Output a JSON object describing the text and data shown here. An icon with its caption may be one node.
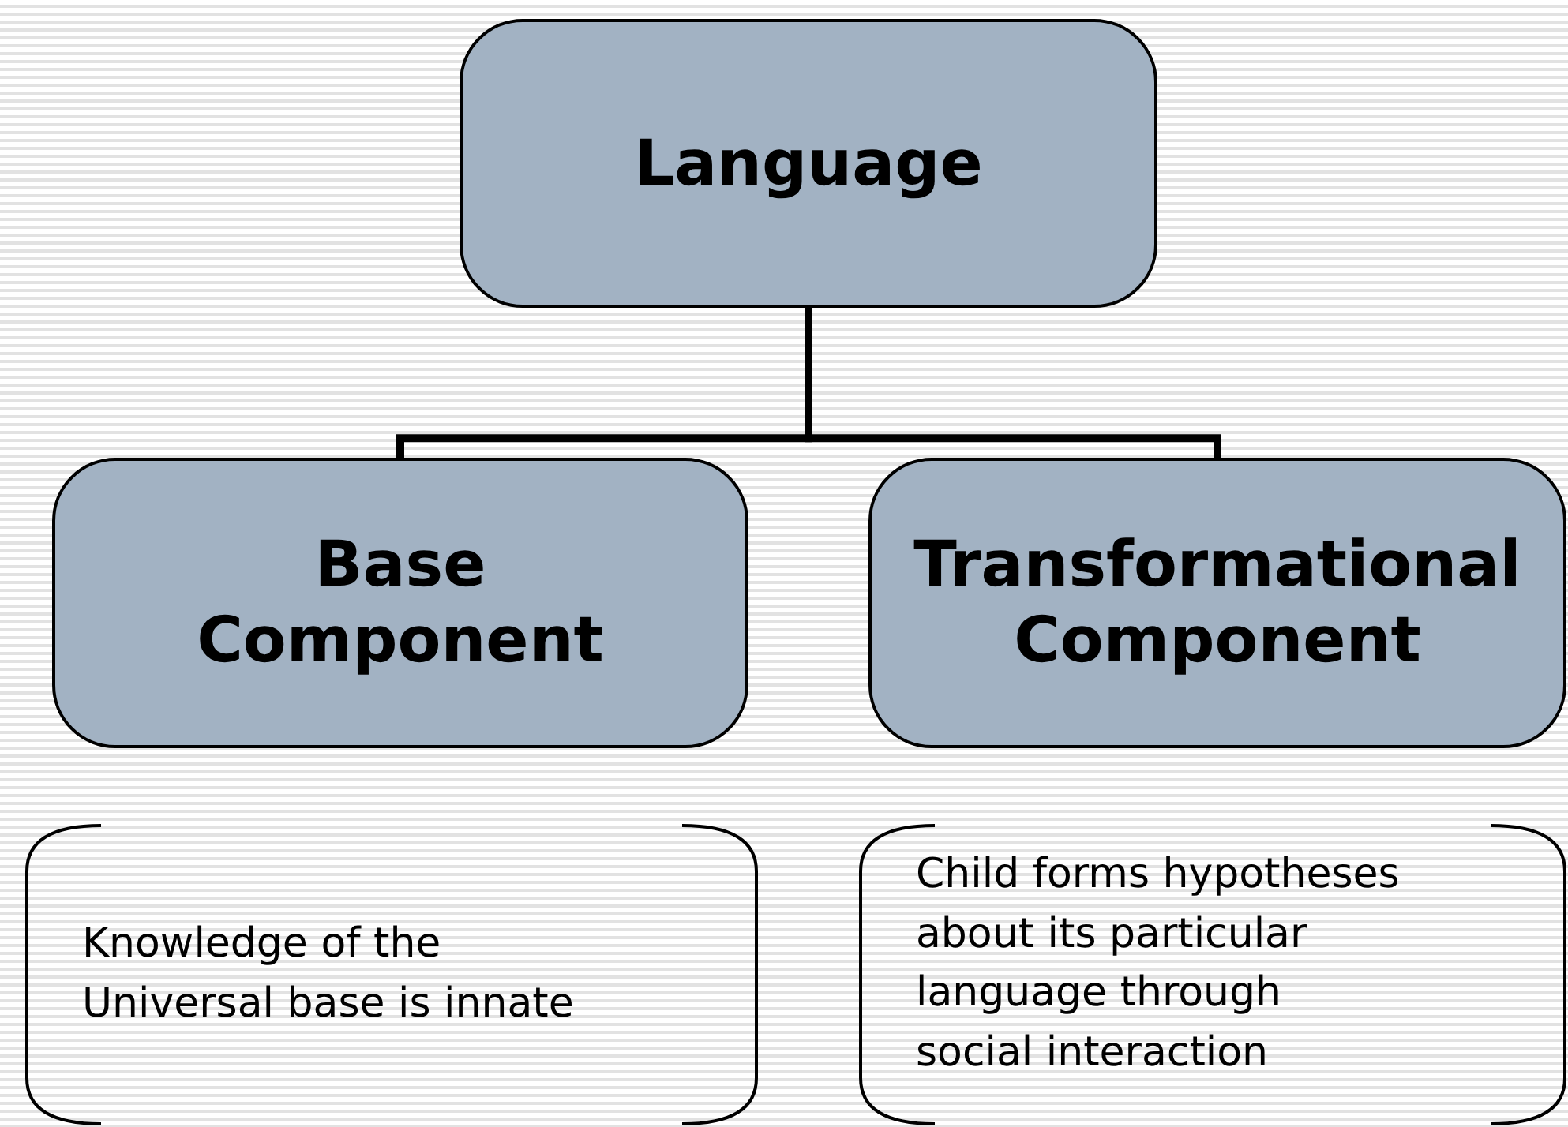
{
  "diagram": {
    "nodes": [
      {
        "text": [
          "Language"
        ]
      },
      {
        "text": [
          "Base Component"
        ]
      },
      {
        "text": [
          "Transformational Component"
        ]
      },
      {
        "text": [
          "Knowledge of the Universal base is innate"
        ]
      },
      {
        "text": [
          "Child forms hypotheses about its particular language through social interaction"
        ]
      }
    ],
    "edges": [
      {
        "from": 0,
        "to": 1,
        "arrow": "none"
      },
      {
        "from": 0,
        "to": 2,
        "arrow": "none"
      }
    ]
  }
}
